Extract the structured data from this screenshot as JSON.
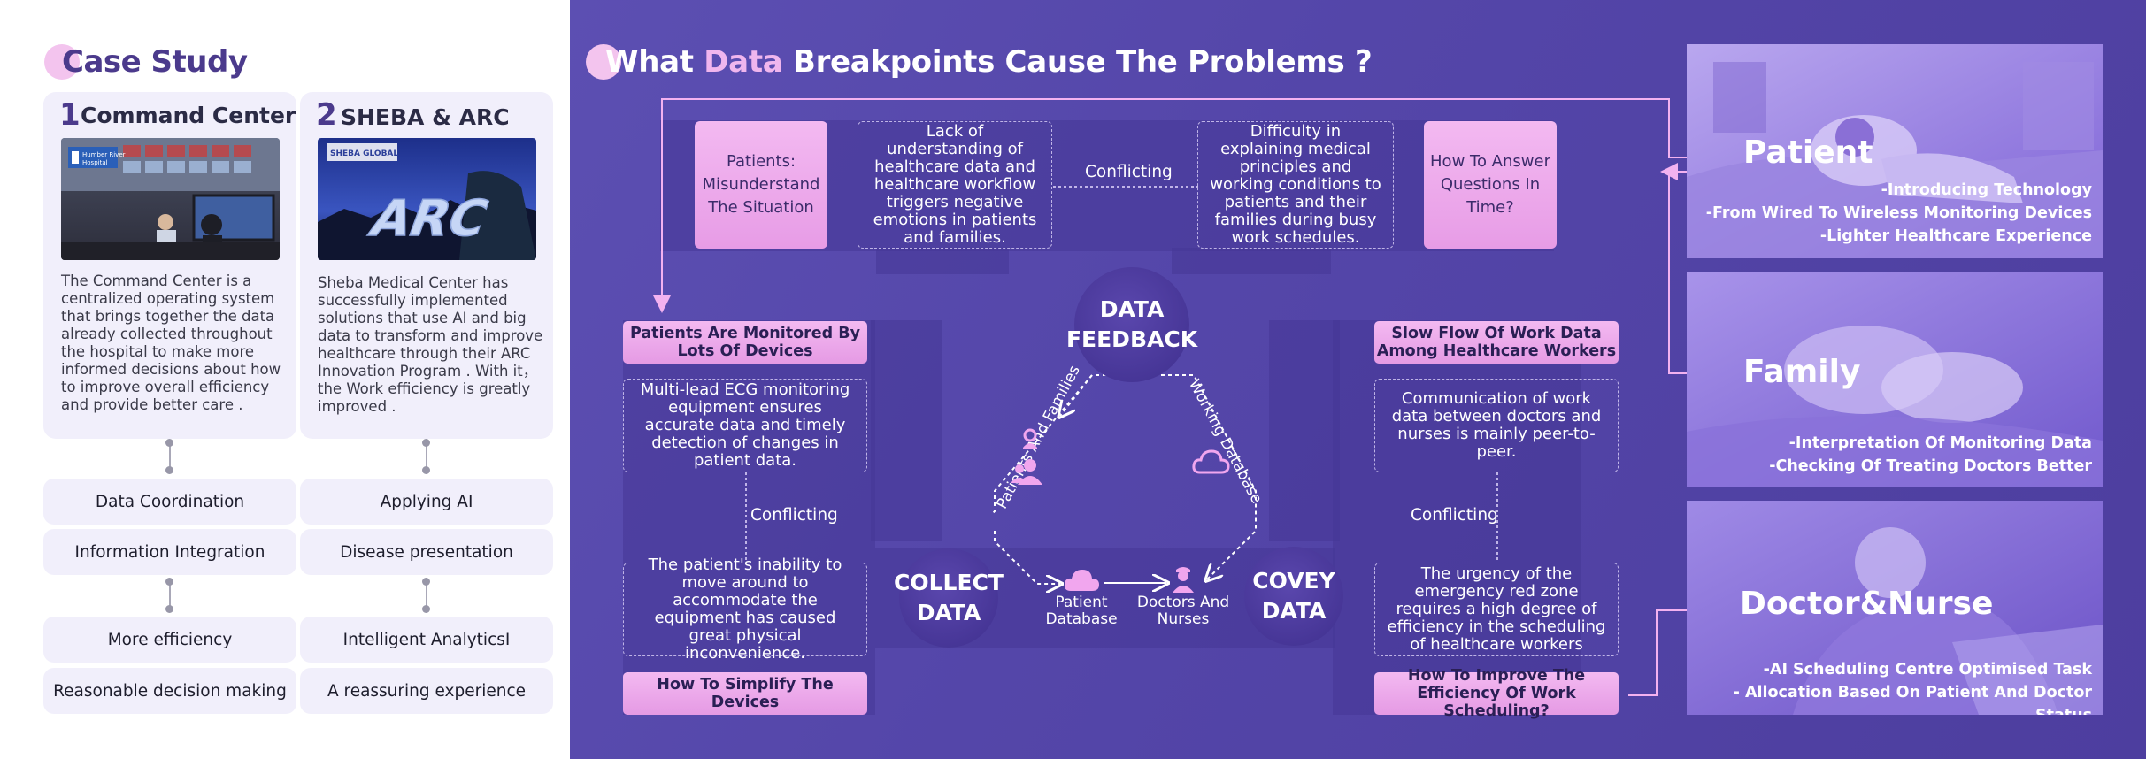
{
  "case_study": {
    "title": "Case Study",
    "cards": [
      {
        "num": "1",
        "heading": "Command Center",
        "image_caption": "Humber River Hospital",
        "text": "The Command Center is a centralized operating system that brings together the data already collected throughout the hospital to make more informed decisions about how to improve overall efficiency and provide better care ."
      },
      {
        "num": "2",
        "heading": "SHEBA & ARC",
        "image_caption": "SHEBA GLOBAL",
        "image_text": "ARC",
        "text": "Sheba Medical Center has successfully implemented solutions that use AI and big data to transform and improve healthcare through their ARC Innovation Program . With it，the Work efficiency is greatly improved ."
      }
    ],
    "col1_pills": [
      "Data Coordination",
      "Information Integration",
      "More efficiency",
      "Reasonable decision making"
    ],
    "col2_pills": [
      "Applying AI",
      "Disease presentation",
      "Intelligent AnalyticsI",
      "A reassuring experience"
    ]
  },
  "main": {
    "title_pre": "What ",
    "title_accent": "Data",
    "title_post": " Breakpoints Cause The Problems ?",
    "top": {
      "left_box": "Patients: Misunderstand The Situation",
      "left_dash": "Lack of understanding of healthcare data and healthcare workflow triggers negative emotions in patients and families.",
      "conflict": "Conflicting",
      "right_dash": "Difficulty in explaining medical principles and working conditions to patients and their families during busy work schedules.",
      "right_box": "How To Answer Questions In Time?"
    },
    "left_col": {
      "header": "Patients Are Monitored By Lots Of Devices",
      "dash1": "Multi-lead ECG monitoring equipment ensures accurate data and timely detection of changes in patient data.",
      "conflict": "Conflicting",
      "dash2": "The patient's inability to move around to accommodate the equipment has caused great physical inconvenience.",
      "footer": "How To Simplify The Devices"
    },
    "right_col": {
      "header": "Slow Flow Of Work Data Among Healthcare Workers",
      "dash1": "Communication of work data between doctors and nurses is mainly peer-to-peer.",
      "conflict": "Conflicting",
      "dash2": "The urgency of the emergency red zone requires a high degree of efficiency in the scheduling of healthcare workers",
      "footer": "How To Improve The Efficiency Of Work Scheduling?"
    },
    "cycle": {
      "top": "DATA FEEDBACK",
      "left": "COLLECT DATA",
      "right": "COVEY DATA",
      "left_edge": "Patients And Families",
      "right_edge": "Working Database",
      "patient_db": "Patient Database",
      "doctors": "Doctors And Nurses"
    }
  },
  "personas": [
    {
      "name": "Patient",
      "lines": [
        "-Introducing Technology",
        "-From Wired To Wireless Monitoring Devices",
        "-Lighter Healthcare Experience"
      ]
    },
    {
      "name": "Family",
      "lines": [
        "-Interpretation Of Monitoring Data",
        "-Checking Of Treating Doctors Better"
      ]
    },
    {
      "name": "Doctor&Nurse",
      "lines": [
        "-AI Scheduling Centre Optimised Task",
        "- Allocation Based On Patient And Doctor Status"
      ]
    }
  ],
  "colors": {
    "accent_pink": "#f0b6ee",
    "panel_purple": "#5446a9",
    "title_purple": "#4b3a8c"
  }
}
